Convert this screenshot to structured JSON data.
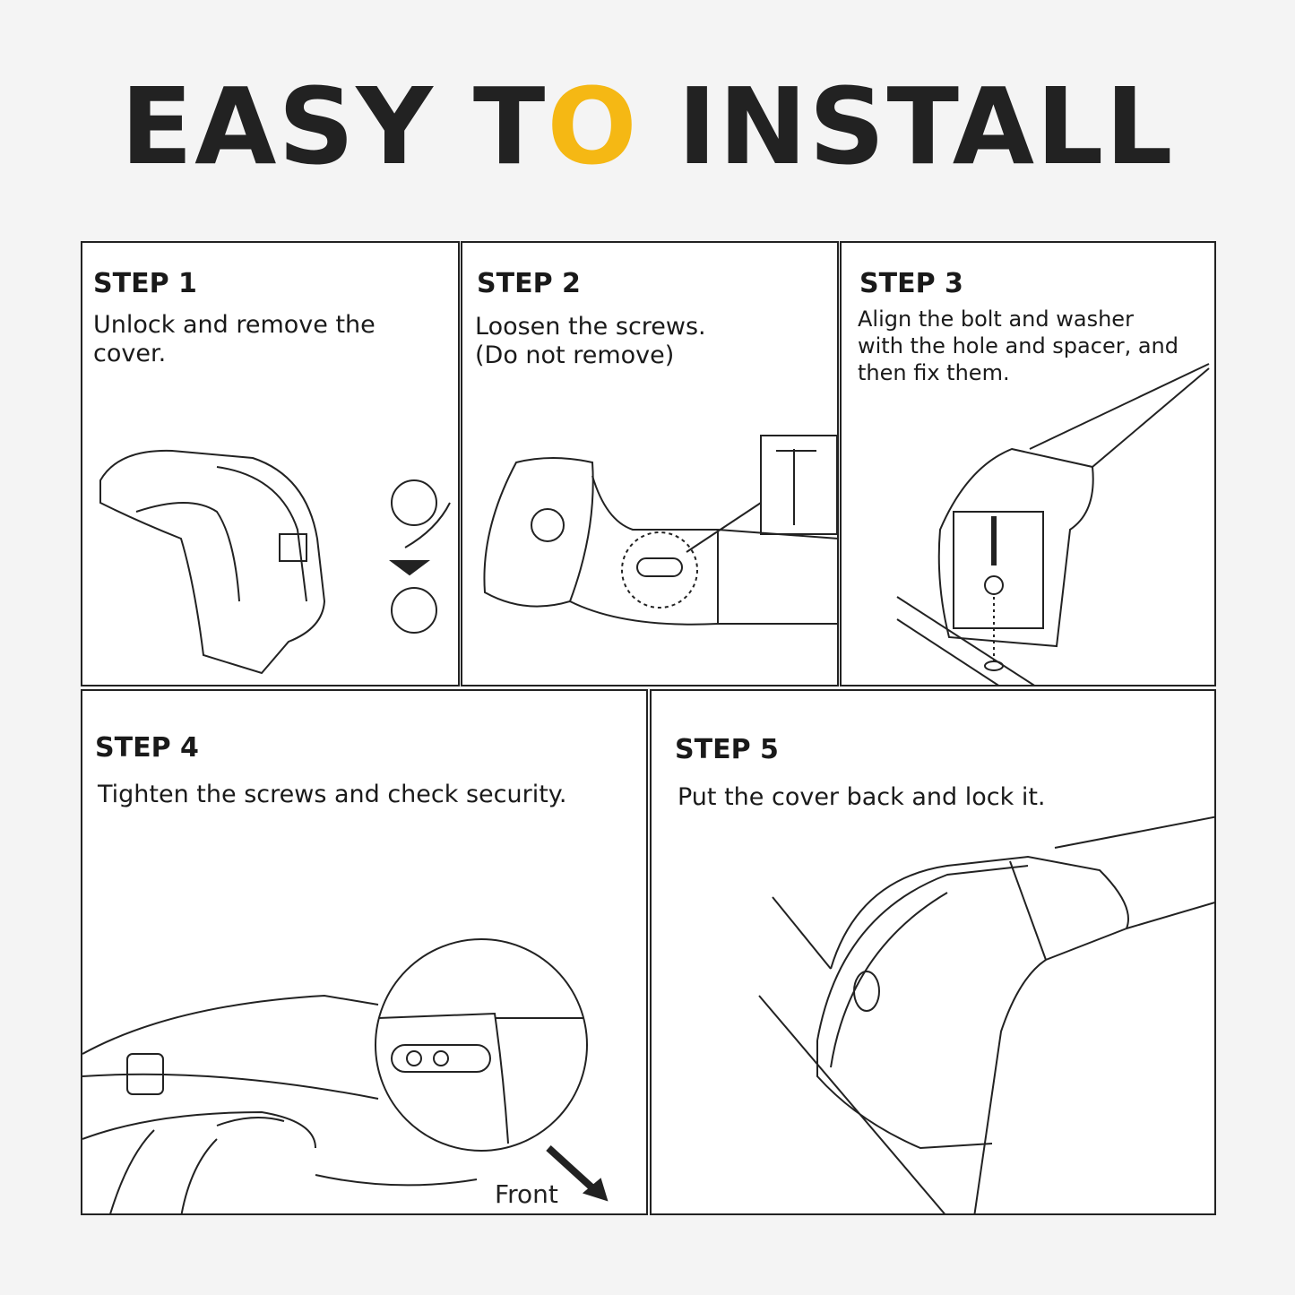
{
  "title": {
    "part1": "EASY T",
    "accent": "O",
    "part2": " INSTALL",
    "accent_color": "#f5b814"
  },
  "steps": [
    {
      "label": "STEP 1",
      "text": "Unlock and remove the cover."
    },
    {
      "label": "STEP 2",
      "text_line1": "Loosen the screws.",
      "text_line2": "(Do not remove)"
    },
    {
      "label": "STEP 3",
      "text": "Align the bolt and washer with the hole and spacer, and then fix them."
    },
    {
      "label": "STEP 4",
      "text": "Tighten the screws and check security.",
      "annotation": "Front"
    },
    {
      "label": "STEP 5",
      "text": "Put the cover back and lock it."
    }
  ]
}
